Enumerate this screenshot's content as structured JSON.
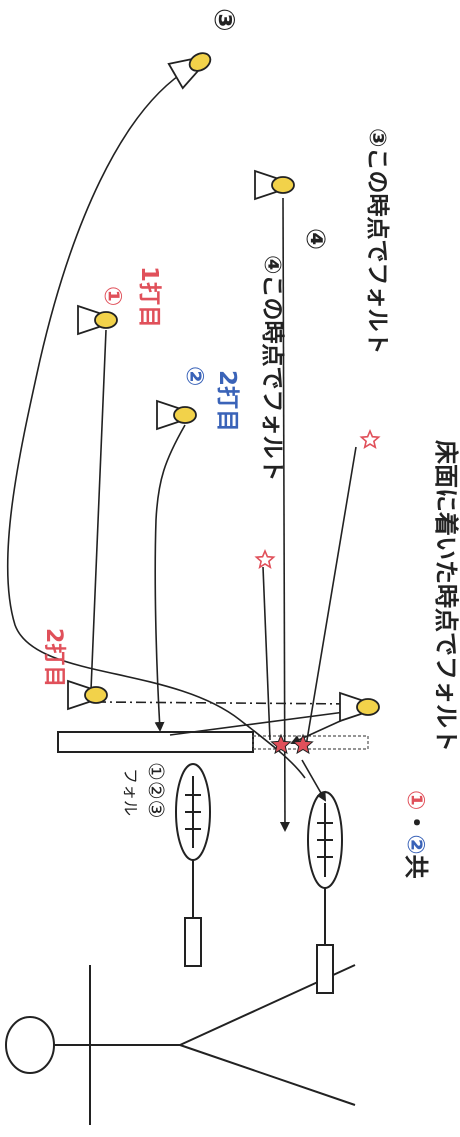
{
  "colors": {
    "red": "#e0505a",
    "blue": "#3a63b8",
    "line": "#222222",
    "shuttle": "#f2d24a"
  },
  "labels": {
    "n3_top": "③",
    "n1": "①",
    "hit1": "1打目",
    "n2": "②",
    "hit2_blue": "2打目",
    "hit2_red": "2打目",
    "n4": "④",
    "fault4": "④この時点でフォルト",
    "fault3": "③この時点でフォルト",
    "fault_small": "フォル",
    "fault_nums": "①②③",
    "both_prefix_1": "①",
    "both_dot": "・",
    "both_prefix_2": "②",
    "both_suffix": "共",
    "floor_fault": "床面に着いた時点でフォルト"
  },
  "icons": [
    "shuttlecock-icon",
    "racket-icon",
    "star-icon",
    "person-figure-icon"
  ]
}
